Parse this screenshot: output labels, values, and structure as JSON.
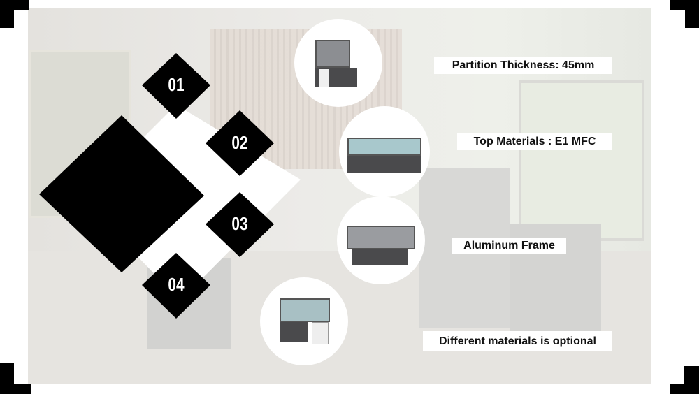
{
  "steps": [
    {
      "number": "01",
      "label": "Partition Thickness: 45mm"
    },
    {
      "number": "02",
      "label": "Top Materials : E1 MFC"
    },
    {
      "number": "03",
      "label": "Aluminum Frame"
    },
    {
      "number": "04",
      "label": "Different materials is optional"
    }
  ],
  "colors": {
    "accent": "#000000",
    "background": "#e6e4e0",
    "label_bg": "#ffffff"
  }
}
